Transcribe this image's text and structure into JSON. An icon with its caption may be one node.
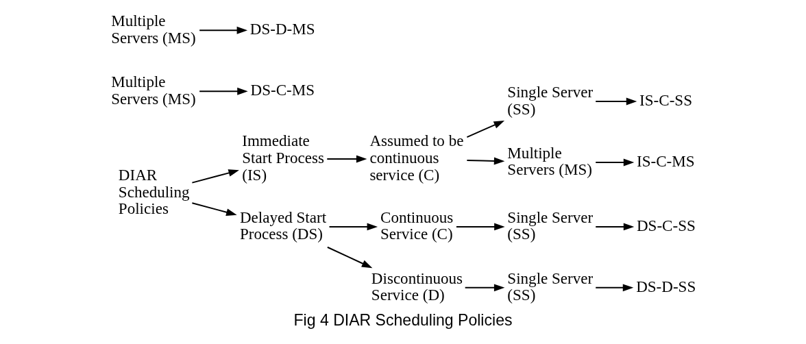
{
  "diagram": {
    "caption": "Fig 4 DIAR Scheduling Policies",
    "nodes": [
      {
        "text": [
          "DIAR Scheduling Policies"
        ]
      },
      {
        "text": [
          "Immediate Start Process (IS)"
        ]
      },
      {
        "text": [
          "Delayed Start Process (DS)"
        ]
      },
      {
        "text": [
          "Assumed to be continuous service (C)"
        ]
      },
      {
        "text": [
          "Continuous Service (C)"
        ]
      },
      {
        "text": [
          "Discontinuous Service (D)"
        ]
      },
      {
        "text": [
          "Single Server (SS)"
        ]
      },
      {
        "text": [
          "Multiple Servers (MS)"
        ]
      },
      {
        "text": [
          "Single Server (SS)"
        ]
      },
      {
        "text": [
          "Multiple Servers (MS)"
        ]
      },
      {
        "text": [
          "Single Server (SS)"
        ]
      },
      {
        "text": [
          "Multiple Servers (MS)"
        ]
      },
      {
        "text": [
          "IS-C-SS"
        ]
      },
      {
        "text": [
          "IS-C-MS"
        ]
      },
      {
        "text": [
          "DS-C-SS"
        ]
      },
      {
        "text": [
          "DS-C-MS"
        ]
      },
      {
        "text": [
          "DS-D-SS"
        ]
      },
      {
        "text": [
          "DS-D-MS"
        ]
      }
    ],
    "edges": [
      {
        "from": 0,
        "to": 1,
        "arrow": "to"
      },
      {
        "from": 0,
        "to": 2,
        "arrow": "to"
      },
      {
        "from": 1,
        "to": 3,
        "arrow": "to"
      },
      {
        "from": 2,
        "to": 4,
        "arrow": "to"
      },
      {
        "from": 2,
        "to": 5,
        "arrow": "to"
      },
      {
        "from": 3,
        "to": 6,
        "arrow": "to"
      },
      {
        "from": 3,
        "to": 7,
        "arrow": "to"
      },
      {
        "from": 4,
        "to": 8,
        "arrow": "to"
      },
      {
        "from": 5,
        "to": 10,
        "arrow": "to"
      },
      {
        "from": 6,
        "to": 12,
        "arrow": "to"
      },
      {
        "from": 7,
        "to": 13,
        "arrow": "to"
      },
      {
        "from": 8,
        "to": 14,
        "arrow": "to"
      },
      {
        "from": 9,
        "to": 15,
        "arrow": "to"
      },
      {
        "from": 10,
        "to": 16,
        "arrow": "to"
      },
      {
        "from": 11,
        "to": 17,
        "arrow": "to"
      }
    ]
  }
}
